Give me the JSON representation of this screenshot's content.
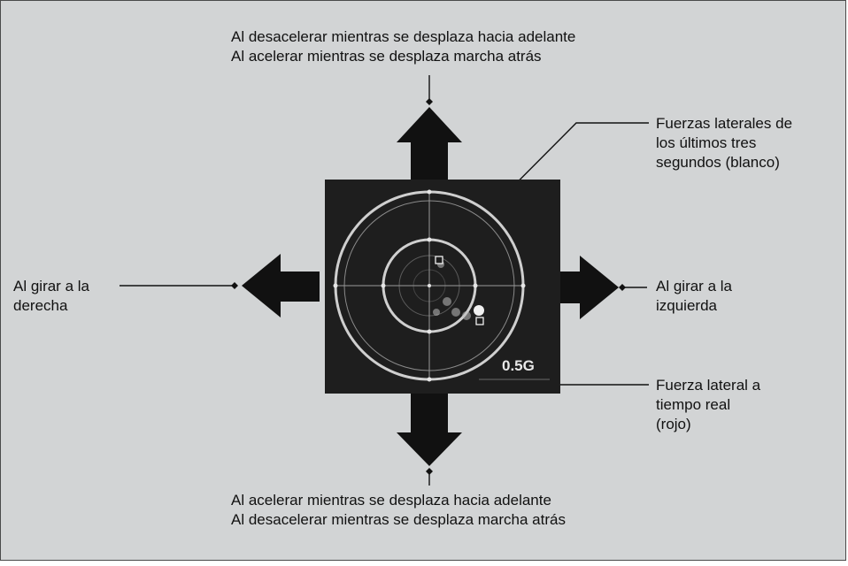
{
  "labels": {
    "top_line1": "Al desacelerar mientras se desplaza hacia adelante",
    "top_line2": "Al acelerar mientras se desplaza marcha atrás",
    "bottom_line1": "Al acelerar mientras se desplaza hacia adelante",
    "bottom_line2": "Al desacelerar mientras se desplaza marcha atrás",
    "left_line1": "Al girar a la",
    "left_line2": "derecha",
    "right_line1": "Al girar a la",
    "right_line2": "izquierda",
    "white_line1": "Fuerzas laterales de",
    "white_line2": "los últimos tres",
    "white_line3": "segundos (blanco)",
    "red_line1": "Fuerza lateral a",
    "red_line2": "tiempo real",
    "red_line3": "(rojo)"
  },
  "gauge": {
    "scale_label": "0.5G"
  },
  "colors": {
    "background": "#d2d4d5",
    "panel": "#1e1e1e",
    "arrow": "#111111",
    "ring": "#d0d0d0"
  }
}
